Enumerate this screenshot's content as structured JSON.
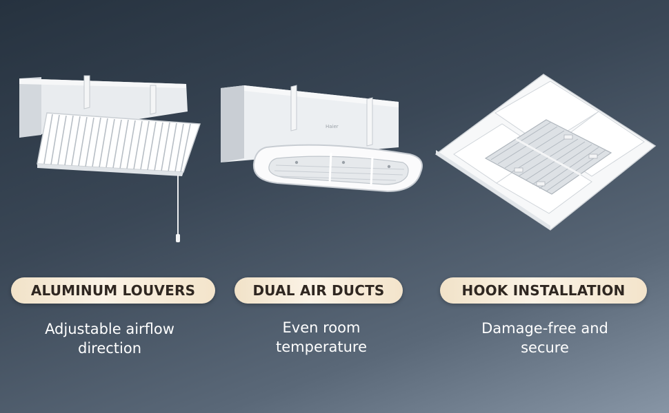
{
  "features": [
    {
      "title": "ALUMINUM LOUVERS",
      "desc_line1": "Adjustable airflow",
      "desc_line2": "direction",
      "image_icon": "wall-ac-with-louvered-deflector-icon"
    },
    {
      "title": "DUAL AIR DUCTS",
      "desc_line1": "Even room",
      "desc_line2": "temperature",
      "image_icon": "wall-ac-with-dual-duct-deflector-icon"
    },
    {
      "title": "HOOK INSTALLATION",
      "desc_line1": "Damage-free and",
      "desc_line2": "secure",
      "image_icon": "ceiling-cassette-ac-deflector-icon"
    }
  ],
  "colors": {
    "pill_gold": "#f1e2c8",
    "pill_text": "#2f2721",
    "desc_text": "#ffffff",
    "bg_dark": "#26323f",
    "bg_light": "#8795a5"
  }
}
